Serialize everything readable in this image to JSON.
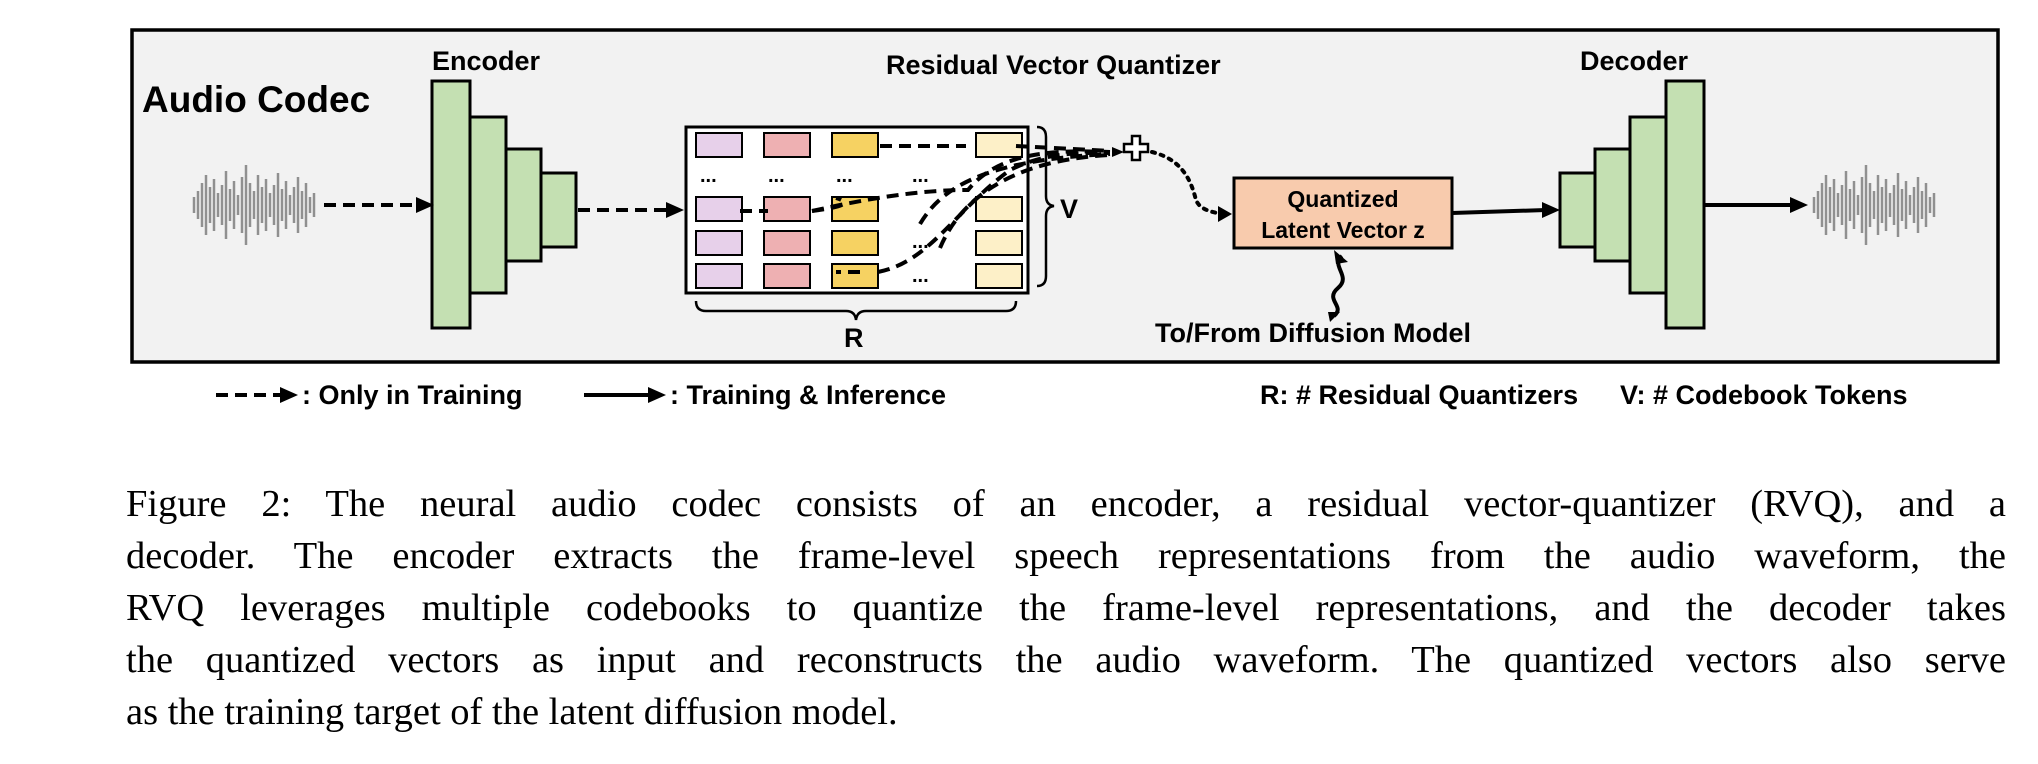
{
  "figure": {
    "panel_title": "Audio Codec",
    "encoder_label": "Encoder",
    "rvq_label": "Residual Vector Quantizer",
    "decoder_label": "Decoder",
    "quantized_line1": "Quantized",
    "quantized_line2": "Latent Vector z",
    "diffusion_label": "To/From Diffusion Model",
    "v_label": "V",
    "r_label": "R",
    "ellipsis": "...",
    "colors": {
      "encoder_decoder_fill": "#c4e0b2",
      "codebook_col1": "#e7d0ea",
      "codebook_col2": "#eeb0b2",
      "codebook_col3": "#f6d262",
      "codebook_col4": "#fdf0c8",
      "latent_box": "#f8cbad",
      "panel_bg": "#f2f2f2",
      "waveform": "#909090"
    }
  },
  "legend": {
    "dashed": ": Only in Training",
    "solid": ": Training & Inference",
    "r_def": "R: # Residual Quantizers",
    "v_def": "V: # Codebook Tokens"
  },
  "caption": {
    "line1": "Figure 2: The neural audio codec consists of an encoder, a residual vector-quantizer (RVQ), and a",
    "line2": "decoder. The encoder extracts the frame-level speech representations from the audio waveform, the",
    "line3": "RVQ leverages multiple codebooks to quantize the frame-level representations, and the decoder takes",
    "line4": "the quantized vectors as input and reconstructs the audio waveform. The quantized vectors also serve",
    "line5": "as the training target of the latent diffusion model."
  }
}
